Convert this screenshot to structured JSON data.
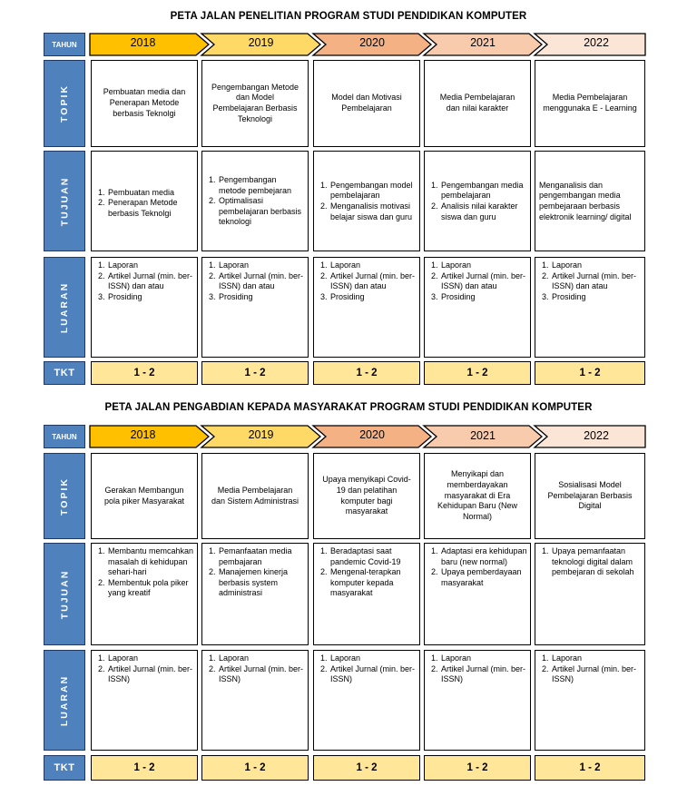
{
  "colors": {
    "header_blue": "#4f81bd",
    "year_fills": [
      "#ffc000",
      "#ffd966",
      "#f4b183",
      "#f8cbad",
      "#fbe5d6"
    ],
    "tkt_fill": "#ffe699"
  },
  "sections": [
    {
      "title": "PETA JALAN PENELITIAN PROGRAM STUDI PENDIDIKAN KOMPUTER",
      "row_labels": {
        "tahun": "TAHUN",
        "topik": "TOPIK",
        "tujuan": "TUJUAN",
        "luaran": "LUARAN",
        "tkt": "TKT"
      },
      "years": [
        "2018",
        "2019",
        "2020",
        "2021",
        "2022"
      ],
      "topik": [
        "Pembuatan media dan Penerapan Metode berbasis Teknolgi",
        "Pengembangan Metode dan Model Pembelajaran Berbasis Teknologi",
        "Model dan Motivasi Pembelajaran",
        "Media Pembelajaran dan nilai karakter",
        "Media Pembelajaran menggunaka E - Learning"
      ],
      "tujuan": [
        [
          "Pembuatan media",
          "Penerapan Metode berbasis Teknolgi"
        ],
        [
          "Pengembangan metode pembejaran",
          "Optimalisasi pembelajaran berbasis teknologi"
        ],
        [
          "Pengembangan model pembelajaran",
          "Menganalisis motivasi belajar siswa dan guru"
        ],
        [
          "Pengembangan media pembelajaran",
          "Analisis nilai karakter siswa dan guru"
        ],
        "Menganalisis dan pengembangan media pembejaraan berbasis elektronik learning/ digital"
      ],
      "luaran": [
        [
          "Laporan",
          "Artikel Jurnal (min. ber-ISSN) dan atau",
          "Prosiding"
        ],
        [
          "Laporan",
          "Artikel Jurnal (min. ber-ISSN) dan atau",
          "Prosiding"
        ],
        [
          "Laporan",
          "Artikel Jurnal (min. ber-ISSN) dan atau",
          "Prosiding"
        ],
        [
          "Laporan",
          "Artikel Jurnal (min. ber-ISSN) dan atau",
          "Prosiding"
        ],
        [
          "Laporan",
          "Artikel Jurnal (min. ber-ISSN) dan atau",
          "Prosiding"
        ]
      ],
      "tkt": [
        "1 - 2",
        "1 - 2",
        "1 - 2",
        "1 - 2",
        "1 - 2"
      ]
    },
    {
      "title": "PETA JALAN PENGABDIAN KEPADA MASYARAKAT PROGRAM STUDI PENDIDIKAN KOMPUTER",
      "row_labels": {
        "tahun": "TAHUN",
        "topik": "TOPIK",
        "tujuan": "TUJUAN",
        "luaran": "LUARAN",
        "tkt": "TKT"
      },
      "years": [
        "2018",
        "2019",
        "2020",
        "2021",
        "2022"
      ],
      "topik": [
        "Gerakan Membangun pola piker Masyarakat",
        "Media Pembelajaran dan Sistem Administrasi",
        "Upaya menyikapi Covid-19 dan pelatihan komputer bagi masyarakat",
        "Menyikapi dan memberdayakan masyarakat di Era Kehidupan Baru (New Normal)",
        "Sosialisasi Model Pembelajaran Berbasis Digital"
      ],
      "tujuan": [
        [
          "Membantu memcahkan masalah di kehidupan sehari-hari",
          "Membentuk pola piker yang kreatif"
        ],
        [
          "Pemanfaatan media pembajaran",
          "Manajemen kinerja berbasis system administrasi"
        ],
        [
          "Beradaptasi saat pandemic Covid-19",
          "Mengenal-terapkan komputer kepada masyarakat"
        ],
        [
          "Adaptasi era kehidupan baru (new normal)",
          "Upaya pemberdayaan masyarakat"
        ],
        [
          "Upaya pemanfaatan teknologi digital dalam pembejaran di sekolah"
        ]
      ],
      "luaran": [
        [
          "Laporan",
          "Artikel Jurnal (min. ber-ISSN)"
        ],
        [
          "Laporan",
          "Artikel Jurnal (min. ber-ISSN)"
        ],
        [
          "Laporan",
          "Artikel Jurnal (min. ber-ISSN)"
        ],
        [
          "Laporan",
          "Artikel Jurnal (min. ber-ISSN)"
        ],
        [
          "Laporan",
          "Artikel Jurnal (min. ber-ISSN)"
        ]
      ],
      "tkt": [
        "1 - 2",
        "1 - 2",
        "1 - 2",
        "1 - 2",
        "1 - 2"
      ]
    }
  ]
}
